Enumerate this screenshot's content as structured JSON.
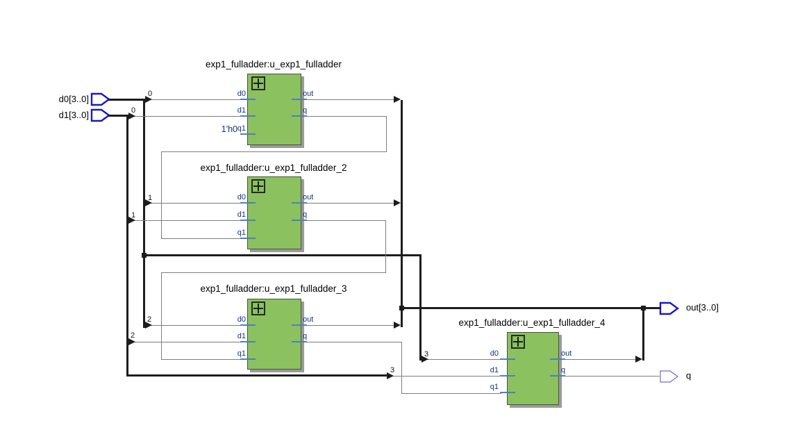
{
  "pins": {
    "inputs": [
      {
        "label": "d0[3..0]"
      },
      {
        "label": "d1[3..0]"
      }
    ],
    "outputs": [
      {
        "label": "out[3..0]"
      },
      {
        "label": "q"
      }
    ]
  },
  "constant": {
    "value": "1'h0"
  },
  "instances": [
    {
      "title": "exp1_fulladder:u_exp1_fulladder",
      "in": [
        "d0",
        "d1",
        "q1"
      ],
      "out": [
        "out",
        "q"
      ]
    },
    {
      "title": "exp1_fulladder:u_exp1_fulladder_2",
      "in": [
        "d0",
        "d1",
        "q1"
      ],
      "out": [
        "out",
        "q"
      ]
    },
    {
      "title": "exp1_fulladder:u_exp1_fulladder_3",
      "in": [
        "d0",
        "d1",
        "q1"
      ],
      "out": [
        "out",
        "q"
      ]
    },
    {
      "title": "exp1_fulladder:u_exp1_fulladder_4",
      "in": [
        "d0",
        "d1",
        "q1"
      ],
      "out": [
        "out",
        "q"
      ]
    }
  ],
  "taps": {
    "d0": [
      "0",
      "1",
      "2",
      "3"
    ],
    "d1": [
      "0",
      "1",
      "2",
      "3"
    ]
  },
  "colors": {
    "block_fill": "#8cc160",
    "block_border": "#47523c",
    "pin_blue": "#1717cf",
    "pin_blue_light": "#6b6bdd",
    "wire_thin": "#7d7d7d",
    "wire_bus": "#1d1d1d",
    "port_label": "#12337f",
    "port_stub": "#4d7fbe"
  }
}
